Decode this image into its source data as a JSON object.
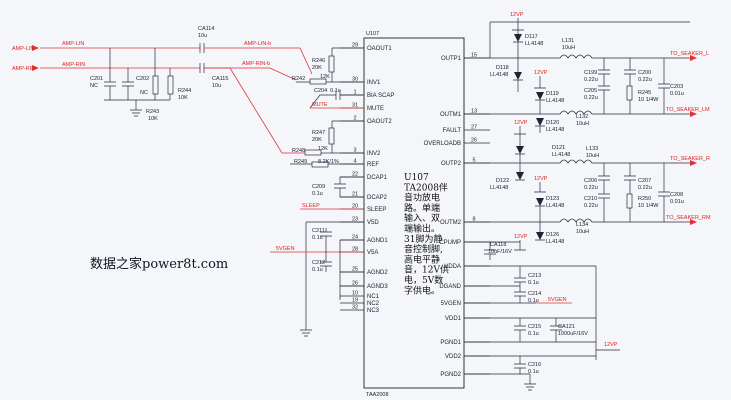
{
  "chip": {
    "ref": "U107",
    "part": "TAA2008"
  },
  "left_pins": [
    {
      "num": "29",
      "name": "OAOUT1"
    },
    {
      "num": "30",
      "name": "INV1"
    },
    {
      "num": "1",
      "name": "BIA SCAP"
    },
    {
      "num": "31",
      "name": "MUTE"
    },
    {
      "num": "2",
      "name": "OAOUT2"
    },
    {
      "num": "3",
      "name": "INV2"
    },
    {
      "num": "4",
      "name": "REF"
    },
    {
      "num": "22",
      "name": "DCAP1"
    },
    {
      "num": "21",
      "name": "DCAP2"
    },
    {
      "num": "20",
      "name": "SLEEP"
    },
    {
      "num": "23",
      "name": "V5D"
    },
    {
      "num": "24",
      "name": "AGND1"
    },
    {
      "num": "28",
      "name": "V5A"
    },
    {
      "num": "25",
      "name": "AGND2"
    },
    {
      "num": "26",
      "name": "AGND3"
    },
    {
      "num": "10",
      "name": "NC1"
    },
    {
      "num": "19",
      "name": "NC2"
    },
    {
      "num": "32",
      "name": "NC3"
    }
  ],
  "right_pins": [
    {
      "num": "15",
      "name": "OUTP1"
    },
    {
      "num": "13",
      "name": "OUTM1"
    },
    {
      "num": "27",
      "name": "FAULT"
    },
    {
      "num": "26",
      "name": "OVERLOADB"
    },
    {
      "num": "5",
      "name": "OUTP2"
    },
    {
      "num": "8",
      "name": "OUTM2"
    },
    {
      "num": "",
      "name": "CPUMP"
    },
    {
      "num": "",
      "name": "VDDA"
    },
    {
      "num": "",
      "name": "DGAND"
    },
    {
      "num": "",
      "name": "5VGEN"
    },
    {
      "num": "",
      "name": "VDD1"
    },
    {
      "num": "",
      "name": "PGND1"
    },
    {
      "num": "",
      "name": "VDD2"
    },
    {
      "num": "",
      "name": "PGND2"
    }
  ],
  "nets": {
    "amp_lin": "AMP-LIN",
    "amp_rin": "AMP-RIN",
    "amp_lin_b": "AMP-LIN-b",
    "amp_rin_b": "AMP-RIN-b",
    "mute": "MUTE",
    "sleep": "SLEEP",
    "vgen_left": "5VGEN",
    "vgen_right": "5VGEN",
    "spk_l": "TO_SEAKER_L",
    "spk_lm": "TO_SEAKER_LM",
    "spk_r": "TO_SEAKER_R",
    "spk_rm": "TO_SEAKER_RM",
    "vp_top": "12VP",
    "vp_1": "12VP",
    "vp_2": "12VP",
    "vp_3": "12VP",
    "vp_4": "12VP",
    "vp_br": "12VP"
  },
  "components": {
    "ca114": "CA114",
    "ca114_v": "10u",
    "ca115": "CA115",
    "ca115_v": "10u",
    "c201": "C201",
    "c201_v": "NC",
    "c202": "C202",
    "c202_v": "NC",
    "r243": "R243",
    "r243_v": "10K",
    "r244": "R244",
    "r244_v": "10K",
    "r242": "R242",
    "r242_v": "12K",
    "r246": "R246",
    "r246_v": "20K",
    "c204": "C204",
    "c204_v": "0.1u",
    "r247": "R247",
    "r247_v": "20K",
    "r248": "R248",
    "r248_v": "12K",
    "r249": "R249",
    "r249_v": "8.2K/1%",
    "c209": "C209",
    "c209_v": "0.1u",
    "c211": "C211",
    "c211_v": "0.1u",
    "c212": "C212",
    "c212_v": "0.1u",
    "d117": "D117",
    "d117_v": "LL4148",
    "d118": "D118",
    "d118_v": "LL4148",
    "d119": "D119",
    "d119_v": "LL4148",
    "d120": "D120",
    "d120_v": "LL4148",
    "d121": "D121",
    "d121_v": "LL4148",
    "d122": "D122",
    "d122_v": "LL4148",
    "d123": "D123",
    "d123_v": "LL4148",
    "d126": "D126",
    "d126_v": "LL4148",
    "l131": "L131",
    "l131_v": "10uH",
    "l132": "L132",
    "l132_v": "10uH",
    "l133": "L133",
    "l133_v": "10uH",
    "l134": "L134",
    "l134_v": "10uH",
    "c199": "C199",
    "c199_v": "0.22u",
    "c205": "C205",
    "c205_v": "0.22u",
    "c200": "C200",
    "c200_v": "0.22u",
    "c203": "C203",
    "c203_v": "0.01u",
    "r245": "R245",
    "r245_v": "10 1/4W",
    "c206": "C206",
    "c206_v": "0.22u",
    "c210": "C210",
    "c210_v": "0.22u",
    "c207": "C207",
    "c207_v": "0.22u",
    "c208": "C208",
    "c208_v": "0.01u",
    "r250": "R250",
    "r250_v": "10 1/4W",
    "ca118": "CA118",
    "ca118_v": "10uF/16V",
    "c213": "C213",
    "c213_v": "0.1u",
    "c214": "C214",
    "c214_v": "0.1u",
    "c215": "C215",
    "c215_v": "0.1u",
    "ca121": "CA121",
    "ca121_v": "1000uF/16V",
    "c216": "C216",
    "c216_v": "0.1u"
  },
  "annotation": [
    "U107",
    "TA2008伴",
    "音功放电",
    "路。单端",
    "输入、双",
    "端输出。",
    "31脚为静",
    "音控制脚,",
    "高电平静",
    "音，12V供",
    "电，5V数",
    "字供电。"
  ],
  "watermark": "数据之家power8t.com"
}
